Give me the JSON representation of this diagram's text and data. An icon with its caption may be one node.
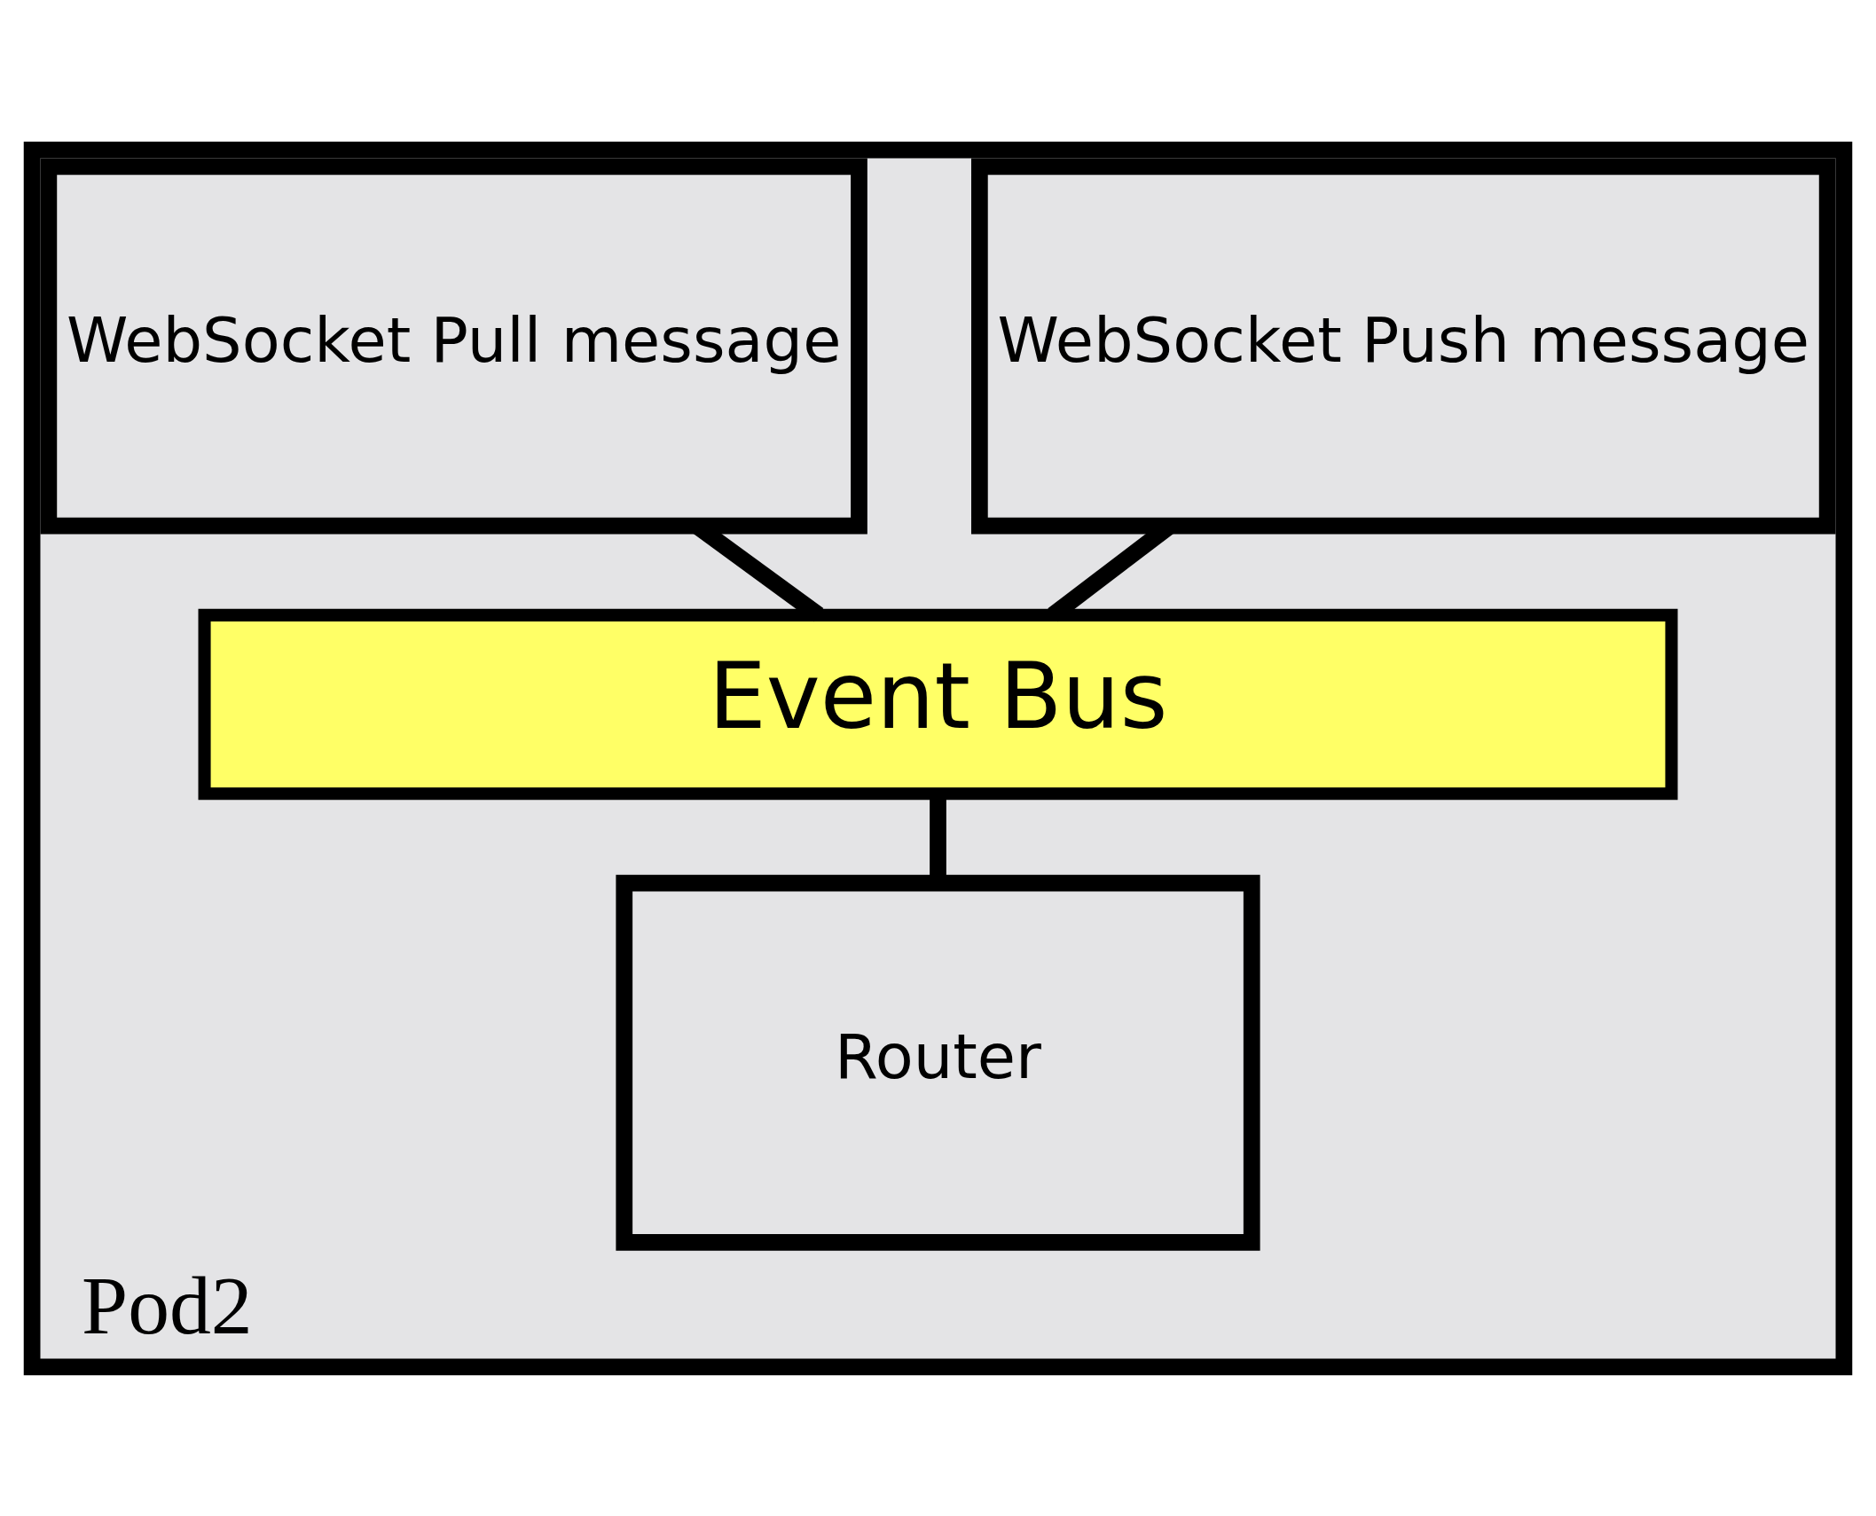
{
  "diagram": {
    "nodes": [
      {
        "text": [
          "Pod2"
        ]
      },
      {
        "text": [
          "WebSocket Push message"
        ],
        "in": 0
      },
      {
        "text": [
          "WebSocket Pull message"
        ],
        "in": 0
      },
      {
        "text": [
          "Event Bus"
        ],
        "in": 0
      },
      {
        "text": [
          "Router"
        ],
        "in": 0
      }
    ],
    "edges": [
      {
        "from": 1,
        "to": 3,
        "arrow": "none"
      },
      {
        "from": 2,
        "to": 3,
        "arrow": "none"
      },
      {
        "from": 3,
        "to": 4,
        "arrow": "none"
      }
    ]
  }
}
